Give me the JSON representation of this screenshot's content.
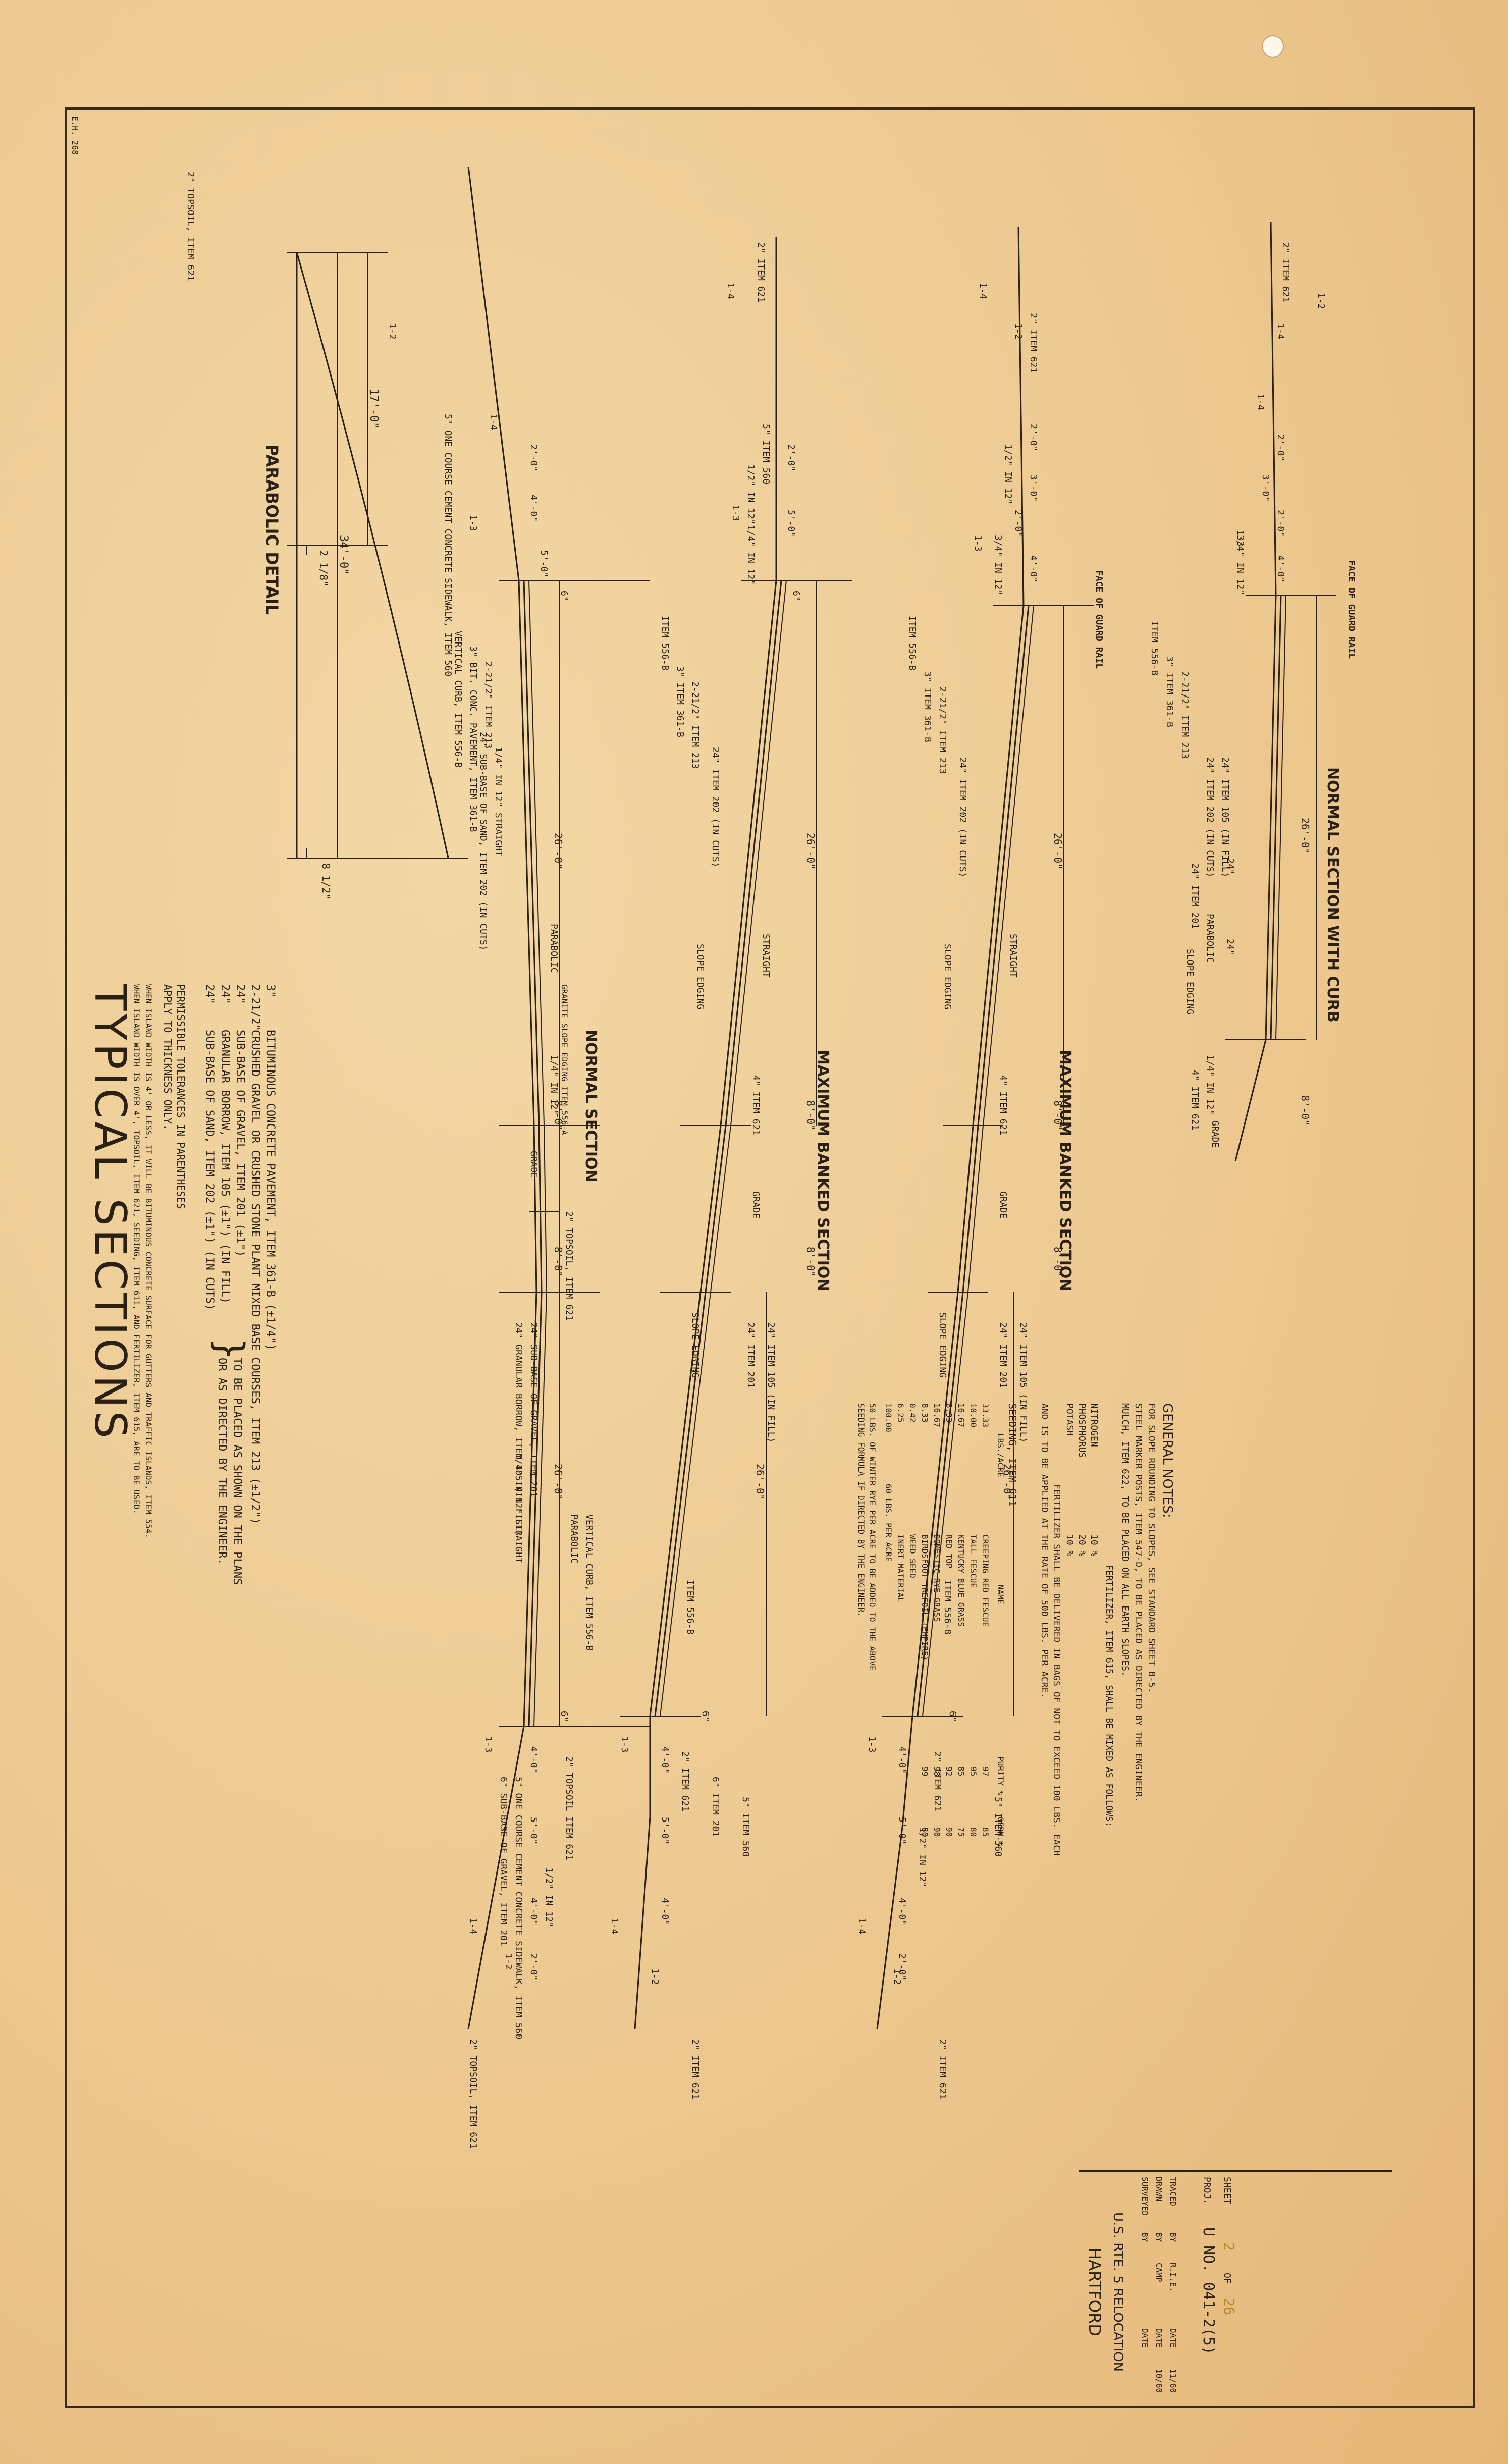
{
  "sheet": {
    "title": "TYPICAL SECTIONS",
    "corner_code": "E.H. 268"
  },
  "legend": {
    "lines": [
      [
        "3\"",
        "BITUMINOUS CONCRETE PAVEMENT, ITEM 361-B  (±1/4\")"
      ],
      [
        "2-21/2\"",
        "CRUSHED GRAVEL OR CRUSHED STONE PLANT MIXED BASE COURSES, ITEM 213  (±1/2\")"
      ],
      [
        "24\"",
        "SUB-BASE OF GRAVEL, ITEM 201 (±1\")"
      ],
      [
        "24\"",
        "GRANULAR BORROW, ITEM 105 (±1\") (IN FILL)"
      ],
      [
        "24\"",
        "SUB-BASE OF SAND, ITEM 202 (±1\") (IN CUTS)"
      ]
    ],
    "bracket_note_1": "TO BE PLACED AS SHOWN ON THE PLANS",
    "bracket_note_2": "OR AS DIRECTED BY THE ENGINEER.",
    "tolerance_1": "PERMISSIBLE TOLERANCES IN PARENTHESES",
    "tolerance_2": "APPLY TO THICKNESS ONLY.",
    "island_1": "WHEN ISLAND WIDTH IS 4' OR LESS, IT WILL BE BITUMINOUS CONCRETE SURFACE FOR GUTTERS AND TRAFFIC ISLANDS, ITEM 554.",
    "island_2": "WHEN ISLAND WIDTH IS OVER 4', TOPSOIL, ITEM 621, SEEDING, ITEM 611, AND FERTILIZER, ITEM 615, ARE TO BE USED."
  },
  "parabolic": {
    "title": "PARABOLIC DETAIL",
    "dims": [
      "34'-0\"",
      "17'-0\"",
      "2 1/8\"",
      "8 1/2\""
    ]
  },
  "sections": [
    {
      "title": "NORMAL SECTION",
      "labels": [
        "2\" TOPSOIL, ITEM 621",
        "5\" ONE COURSE CEMENT CONCRETE SIDEWALK, ITEM 560",
        "VERTICAL CURB, ITEM 556-B",
        "3\" BIT. CONC. PAVEMENT, ITEM 361-B",
        "2-21/2\" ITEM 213",
        "1/4\" IN 12\" STRAIGHT",
        "24\" SUB-BASE OF SAND, ITEM 202 (IN CUTS)",
        "PARABOLIC",
        "GRANITE SLOPE EDGING ITEM 556-A",
        "1/4\" IN 12\"",
        "GRADE",
        "2\" TOPSOIL, ITEM 621",
        "24\" SUB-BASE OF GRAVEL, ITEM 201",
        "24\" GRANULAR BORROW, ITEM 105 (IN FILL)",
        "1/4\" IN 12\" STRAIGHT",
        "PARABOLIC",
        "VERTICAL CURB, ITEM 556-B",
        "2\" TOPSOIL ITEM 621",
        "5\" ONE COURSE CEMENT CONCRETE SIDEWALK, ITEM 560",
        "6\" SUB-BASE OF GRAVEL, ITEM 201",
        "1/2\" IN 12\"",
        "2\" TOPSOIL, ITEM 621"
      ],
      "dims": [
        "2'-0\"",
        "4'-0\"",
        "5'-0\"",
        "6\"",
        "26'-0\"",
        "8'-0\"",
        "8'-0\"",
        "26'-0\"",
        "6\"",
        "4'-0\"",
        "5'-0\"",
        "4'-0\"",
        "2'-0\""
      ]
    },
    {
      "title": "MAXIMUM BANKED SECTION",
      "labels": [
        "2\" ITEM 621",
        "5\" ITEM 560",
        "1/2\" IN 12\"",
        "1/4\" IN 12\"",
        "ITEM 556-B",
        "3\" ITEM 361-B",
        "2-21/2\" ITEM 213",
        "24\" ITEM 202 (IN CUTS)",
        "STRAIGHT",
        "SLOPE EDGING",
        "4\" ITEM 621",
        "GRADE",
        "SLOPE EDGING",
        "24\" ITEM 201",
        "24\" ITEM 105 (IN FILL)",
        "ITEM 556-B",
        "2\" ITEM 621",
        "6\" ITEM 201",
        "5\" ITEM 560",
        "2\" ITEM 621"
      ],
      "dims": [
        "2'-0\"",
        "5'-0\"",
        "6\"",
        "26'-0\"",
        "8'-0\"",
        "8'-0\"",
        "26'-0\"",
        "6\"",
        "4'-0\"",
        "5'-0\"",
        "4'-0\""
      ]
    },
    {
      "title": "MAXIMUM BANKED SECTION",
      "labels": [
        "2\" ITEM 621",
        "1/2\" IN 12\"",
        "FACE OF GUARD RAIL",
        "3/4\" IN 12\"",
        "ITEM 556-B",
        "3\" ITEM 361-B",
        "2-21/2\" ITEM 213",
        "24\" ITEM 202 (IN CUTS)",
        "STRAIGHT",
        "SLOPE EDGING",
        "4\" ITEM 621",
        "GRADE",
        "SLOPE EDGING",
        "24\" ITEM 201",
        "24\" ITEM 105 (IN FILL)",
        "ITEM 556-B",
        "2\" ITEM 621",
        "1/2\" IN 12\"",
        "5\" ITEM 560",
        "2\" ITEM 621"
      ],
      "dims": [
        "2'-0\"",
        "3'-0\"",
        "2'-0\"",
        "4'-0\"",
        "26'-0\"",
        "8'-0\"",
        "8'-0\"",
        "26'-0\"",
        "6\"",
        "4'-0\"",
        "5'-0\"",
        "4'-0\"",
        "2'-0\""
      ]
    },
    {
      "title": "NORMAL SECTION WITH CURB",
      "labels": [
        "2\" ITEM 621",
        "3/4\" IN 12\"",
        "FACE OF GUARD RAIL",
        "ITEM 556-B",
        "3\" ITEM 361-B",
        "2-21/2\" ITEM 213",
        "24\" ITEM 202 (IN CUTS)",
        "24\" ITEM 105 (IN FILL)",
        "24\" ITEM 201",
        "PARABOLIC",
        "SLOPE EDGING",
        "4\" ITEM 621",
        "1/4\" IN 12\"",
        "GRADE"
      ],
      "dims": [
        "2'-0\"",
        "3'-0\"",
        "2'-0\"",
        "4'-0\"",
        "26'-0\"",
        "24\"",
        "24\"",
        "8'-0\""
      ]
    }
  ],
  "slopes": [
    "1-2",
    "1-4",
    "1-3"
  ],
  "notes": {
    "heading": "GENERAL NOTES:",
    "lines": [
      "FOR SLOPE ROUNDING TO SLOPES, SEE STANDARD SHEET B-5.",
      "STEEL MARKER POSTS, ITEM 547-D, TO BE PLACED AS DIRECTED BY THE ENGINEER.",
      "MULCH, ITEM 622, TO BE PLACED ON ALL EARTH SLOPES."
    ],
    "fert_heading": "FERTILIZER, ITEM 615, SHALL BE MIXED AS FOLLOWS:",
    "fert_rows": [
      [
        "NITROGEN",
        "10 %"
      ],
      [
        "PHOSPHORUS",
        "20 %"
      ],
      [
        "POTASH",
        "10 %"
      ]
    ],
    "fert_note_1": "FERTILIZER SHALL BE DELIVERED IN BAGS OF NOT TO EXCEED 100 LBS. EACH",
    "fert_note_2": "AND IS TO BE APPLIED AT THE RATE OF 500 LBS. PER ACRE.",
    "seed_heading": "SEEDING, ITEM 611",
    "seed_cols": [
      "LBS./ACRE",
      "NAME",
      "PURITY %",
      "GERM.%"
    ],
    "seed_rows": [
      [
        "33.33",
        "CREEPING RED FESCUE",
        "97",
        "85"
      ],
      [
        "10.00",
        "TALL FESCUE",
        "95",
        "80"
      ],
      [
        "16.67",
        "KENTUCKY BLUE GRASS",
        "85",
        "75"
      ],
      [
        "8.33",
        "RED TOP",
        "92",
        "90"
      ],
      [
        "16.67",
        "DOMESTIC RYE GRASS",
        "98",
        "90"
      ],
      [
        "8.33",
        "BIRDSFOOT TREFOIL (EMPIRE)",
        "99",
        "80"
      ],
      [
        "0.42",
        "WEED SEED",
        "",
        ""
      ],
      [
        "6.25",
        "INERT MATERIAL",
        "",
        ""
      ],
      [
        "100.00",
        "",
        "",
        ""
      ]
    ],
    "seed_total": "60 LBS. PER ACRE",
    "rye_1": "50 LBS. OF WINTER RYE PER ACRE TO BE ADDED TO THE ABOVE",
    "rye_2": "SEEDING FORMULA IF DIRECTED BY THE ENGINEER."
  },
  "title_block": {
    "town": "HARTFORD",
    "route": "U.S. RTE. 5 RELOCATION",
    "rows": [
      [
        "SURVEYED",
        "BY",
        "",
        "DATE",
        ""
      ],
      [
        "DRAWN",
        "BY",
        "CAMP",
        "DATE",
        "10/60"
      ],
      [
        "TRACED",
        "BY",
        "R.I.E.",
        "DATE",
        "11/60"
      ]
    ],
    "proj_label": "PROJ.",
    "proj_value": "U  NO. 041-2(5)",
    "sheet_label": "SHEET",
    "sheet_value": "2",
    "sheet_of": "OF",
    "sheet_total": "26"
  }
}
